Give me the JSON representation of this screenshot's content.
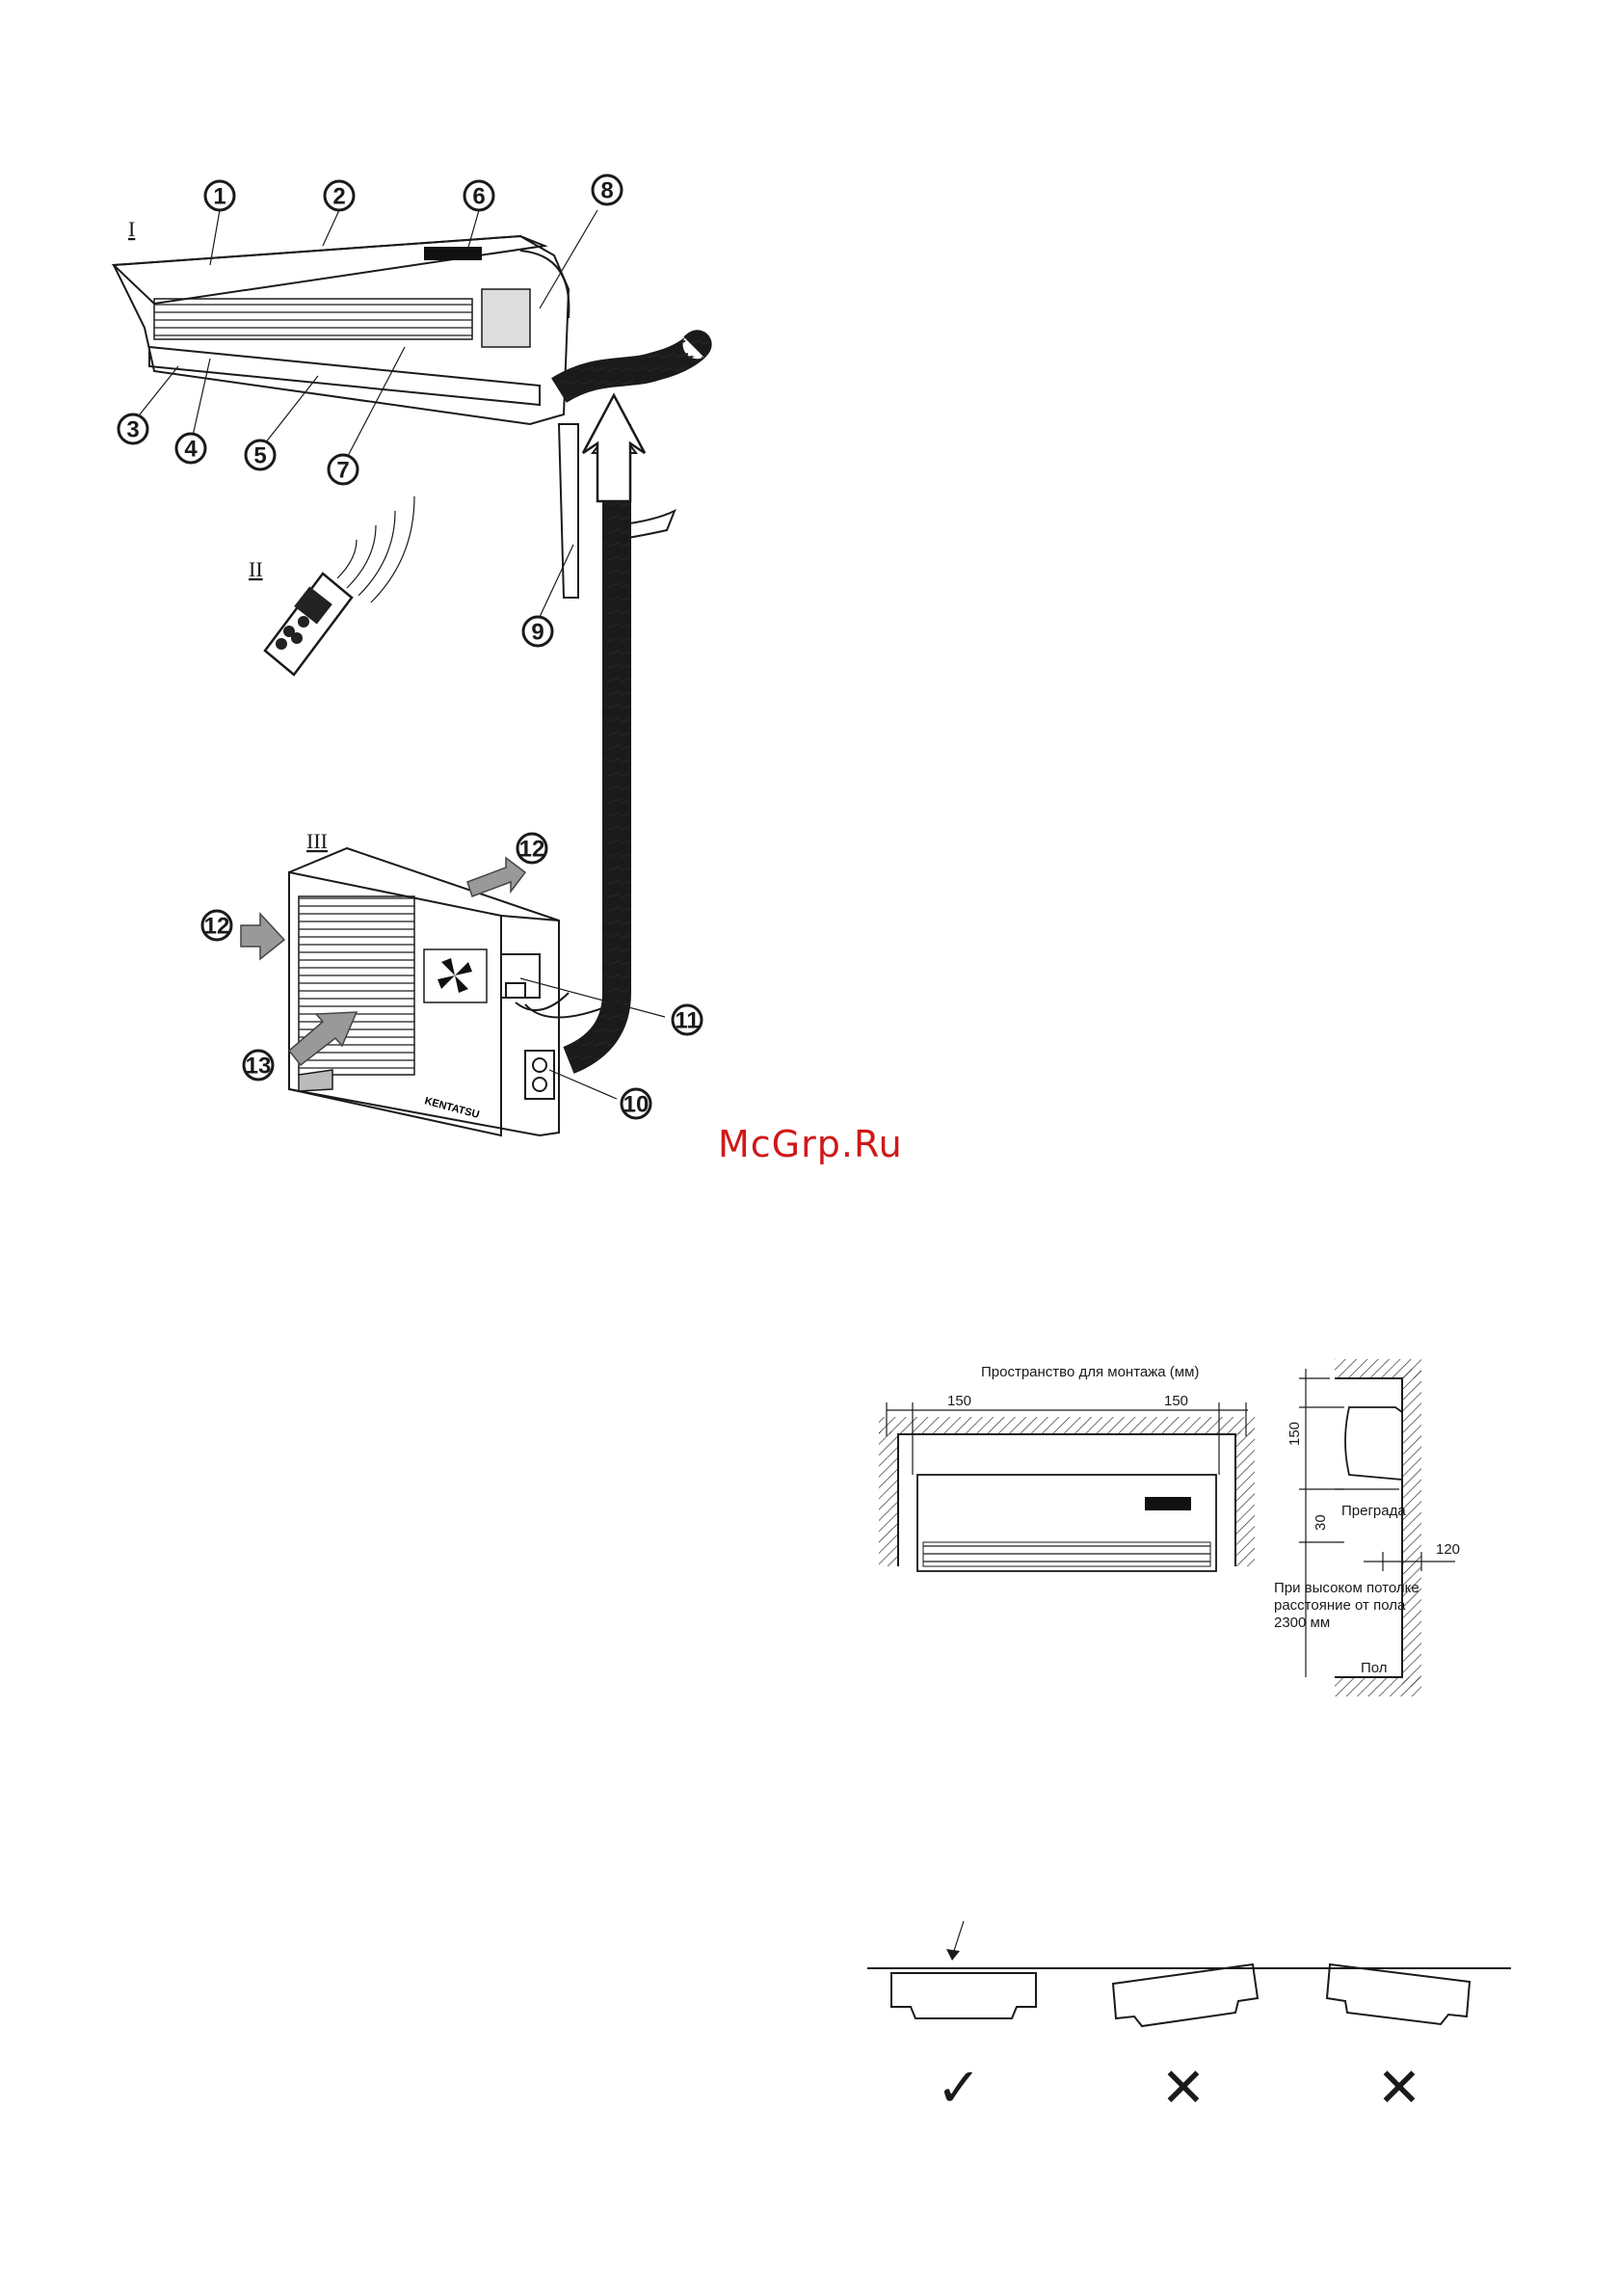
{
  "watermark": "McGrp.Ru",
  "unit_labels": {
    "indoor": "I",
    "remote": "II",
    "outdoor": "III"
  },
  "callouts": [
    "1",
    "2",
    "3",
    "4",
    "5",
    "6",
    "7",
    "8",
    "9",
    "10",
    "11",
    "12",
    "12",
    "13"
  ],
  "brand_text": "KENTATSU",
  "clearance": {
    "title": "Пространство для монтажа (мм)",
    "side_left": "150",
    "side_right": "150",
    "top": "150",
    "obstacle_gap": "30",
    "obstacle_label": "Преграда",
    "wall_gap": "120",
    "floor_note_1": "При высоком потолке",
    "floor_note_2": "расстояние от пола",
    "floor_note_3": "2300 мм",
    "floor_label": "Пол"
  },
  "level_marks": [
    "✓",
    "✕",
    "✕"
  ]
}
